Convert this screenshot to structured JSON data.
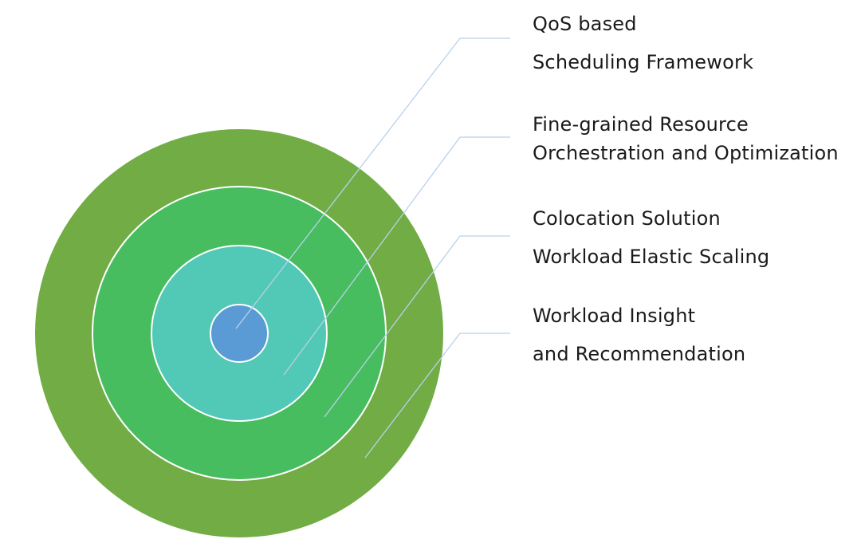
{
  "diagram": {
    "type": "concentric-layers",
    "layers": [
      {
        "id": "outer",
        "color": "#72ac45",
        "label_lines": [
          "Workload Insight",
          "and Recommendation"
        ]
      },
      {
        "id": "ring-2",
        "color": "#47bd5f",
        "label_lines": [
          "Colocation Solution",
          "Workload Elastic Scaling"
        ]
      },
      {
        "id": "ring-3",
        "color": "#52c8b7",
        "label_lines": [
          "Fine-grained Resource",
          "Orchestration and Optimization"
        ]
      },
      {
        "id": "core",
        "color": "#5b9bd5",
        "label_lines": [
          "QoS based",
          "Scheduling Framework"
        ]
      }
    ],
    "ring_border_color": "#ffffff",
    "leader_line_color": "#b8d1ea"
  }
}
